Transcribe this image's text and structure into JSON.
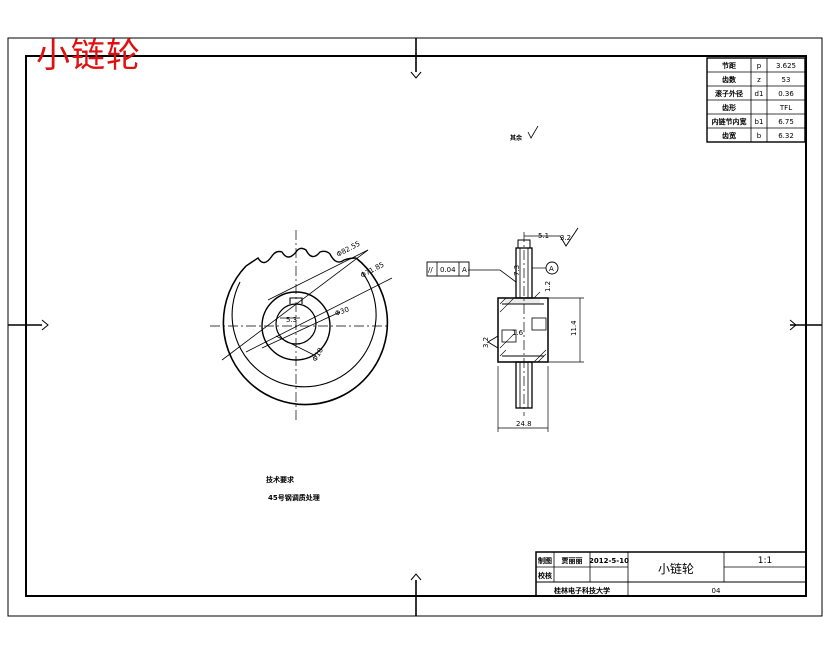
{
  "drawing": {
    "big_title": "小链轮",
    "roughness_note": "其余",
    "tech_req_title": "技术要求",
    "tech_req_text": "45号钢调质处理",
    "params_table": [
      {
        "name": "节距",
        "symbol": "p",
        "value": "3.625"
      },
      {
        "name": "齿数",
        "symbol": "z",
        "value": "53"
      },
      {
        "name": "滚子外径",
        "symbol": "d1",
        "value": "0.36"
      },
      {
        "name": "齿形",
        "symbol": "",
        "value": "TFL"
      },
      {
        "name": "内链节内宽",
        "symbol": "b1",
        "value": "6.75"
      },
      {
        "name": "齿宽",
        "symbol": "b",
        "value": "6.32"
      }
    ],
    "title_block": {
      "drawn_label": "制图",
      "check_label": "校核",
      "designer": "贾丽丽",
      "date": "2012-5-10",
      "part_name": "小链轮",
      "scale": "1:1",
      "school": "桂林电子科技大学",
      "drawing_no": "04"
    },
    "front_view": {
      "dim_tip_diameter": "Φ82.55",
      "dim_outer_diameter": "Φ71.85",
      "dim_bore": "Φ30",
      "dim_hub": "Φ18",
      "dim_key": "5.3"
    },
    "side_view": {
      "dim_width_top": "5.1",
      "roughness_top": "3.2",
      "dim_a": "7.3",
      "dim_b": "1.2",
      "dim_height": "11.4",
      "dim_c": "1.6",
      "roughness_left": "3.2",
      "dim_total_width": "24.8",
      "datum": "A",
      "tol_symbol": "//",
      "tol_value": "0.04",
      "tol_datum": "A"
    }
  }
}
